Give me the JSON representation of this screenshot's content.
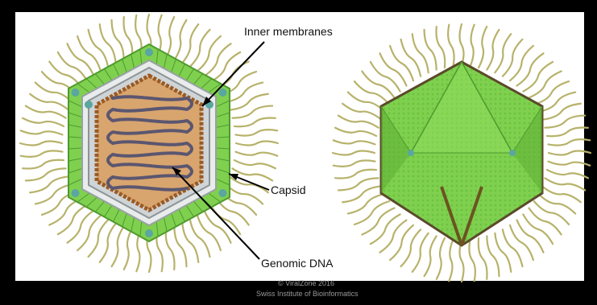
{
  "labels": {
    "inner_membranes": "Inner membranes",
    "capsid": "Capsid",
    "genomic_dna": "Genomic DNA"
  },
  "credit": {
    "line1": "© ViralZone 2016",
    "line2": "Swiss Institute of Bioinformatics"
  },
  "colors": {
    "background": "#000000",
    "panel": "#ffffff",
    "fibers": "#b7b26a",
    "capsid_green": "#7fd04f",
    "capsid_dark": "#4f9a2e",
    "capsid_teal": "#5aa6a0",
    "membrane": "#bfc4c6",
    "core_tan": "#d8a56e",
    "core_brown": "#9a5a24",
    "dna": "#5b5670",
    "outline": "#5a4a2a"
  },
  "icons": {
    "left": "virion-cross-section",
    "right": "virion-exterior"
  }
}
